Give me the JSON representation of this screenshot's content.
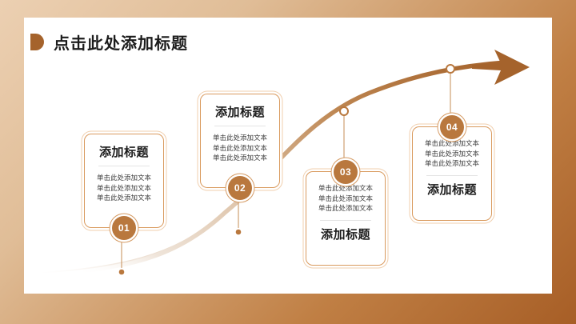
{
  "slide": {
    "header": {
      "bullet_icon": "half-disc-bullet-icon",
      "title": "点击此处添加标题"
    },
    "colors": {
      "frame_light": "#ecd0b2",
      "frame_tan": "#e0bd97",
      "frame_mid": "#c07f44",
      "frame_dark": "#a75e26",
      "accent_brown": "#a5632c",
      "badge_fill": "#b9783e",
      "card_border": "#d99a5e",
      "title_text": "#1c1c1c",
      "body_text": "#3b3b3b",
      "divider": "#e3e3e3",
      "canvas": "#ffffff"
    },
    "arrow": {
      "name": "growth-curve-arrow",
      "direction": "up-right"
    },
    "cards": [
      {
        "number": "01",
        "title": "添加标题",
        "lines": [
          "单击此处添加文本",
          "单击此处添加文本",
          "单击此处添加文本"
        ],
        "title_position": "top",
        "badge_position": "bottom"
      },
      {
        "number": "02",
        "title": "添加标题",
        "lines": [
          "单击此处添加文本",
          "单击此处添加文本",
          "单击此处添加文本"
        ],
        "title_position": "top",
        "badge_position": "bottom"
      },
      {
        "number": "03",
        "title": "添加标题",
        "lines": [
          "单击此处添加文本",
          "单击此处添加文本",
          "单击此处添加文本"
        ],
        "title_position": "bottom",
        "badge_position": "top"
      },
      {
        "number": "04",
        "title": "添加标题",
        "lines": [
          "单击此处添加文本",
          "单击此处添加文本",
          "单击此处添加文本"
        ],
        "title_position": "bottom",
        "badge_position": "top"
      }
    ]
  }
}
